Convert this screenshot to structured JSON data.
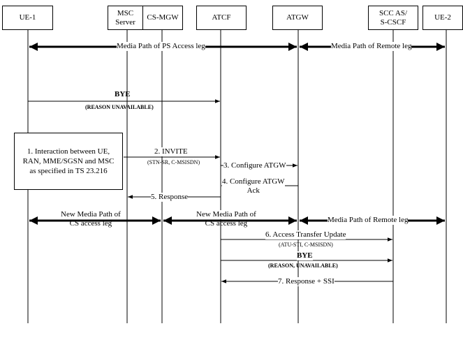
{
  "entities": {
    "ue1": "UE-1",
    "msc_line1": "MSC",
    "msc_line2": "Server",
    "csmgw": "CS-MGW",
    "atcf": "ATCF",
    "atgw": "ATGW",
    "scc_line1": "SCC AS/",
    "scc_line2": "S-CSCF",
    "ue2": "UE-2"
  },
  "messages": {
    "ps_path": "Media Path of PS Access leg",
    "remote_path_1": "Media Path of Remote leg",
    "bye1_title": "BYE",
    "bye1_reason": "(REASON UNAVAILABLE)",
    "note_line1": "1. Interaction between UE,",
    "note_line2": "RAN, MME/SGSN and MSC",
    "note_line3": "as specified in TS 23.216",
    "invite": "2. INVITE",
    "invite_params": "(STN-SR, C-MSISDN)",
    "configure": "3. Configure ATGW",
    "configure_ack_line1": "4. Configure ATGW",
    "configure_ack_line2": "Ack",
    "response5": "5. Response",
    "cs_path_1_line1": "New Media Path of",
    "cs_path_1_line2": "CS access leg",
    "cs_path_2_line1": "New Media Path of",
    "cs_path_2_line2": "CS access leg",
    "remote_path_2": "Media Path of Remote leg",
    "atu": "6. Access Transfer Update",
    "atu_params": "(ATU-STI, C-MSISDN)",
    "bye2_title": "BYE",
    "bye2_reason": "(REASON, UNAVAILABLE)",
    "response7": "7. Response + SSI"
  }
}
